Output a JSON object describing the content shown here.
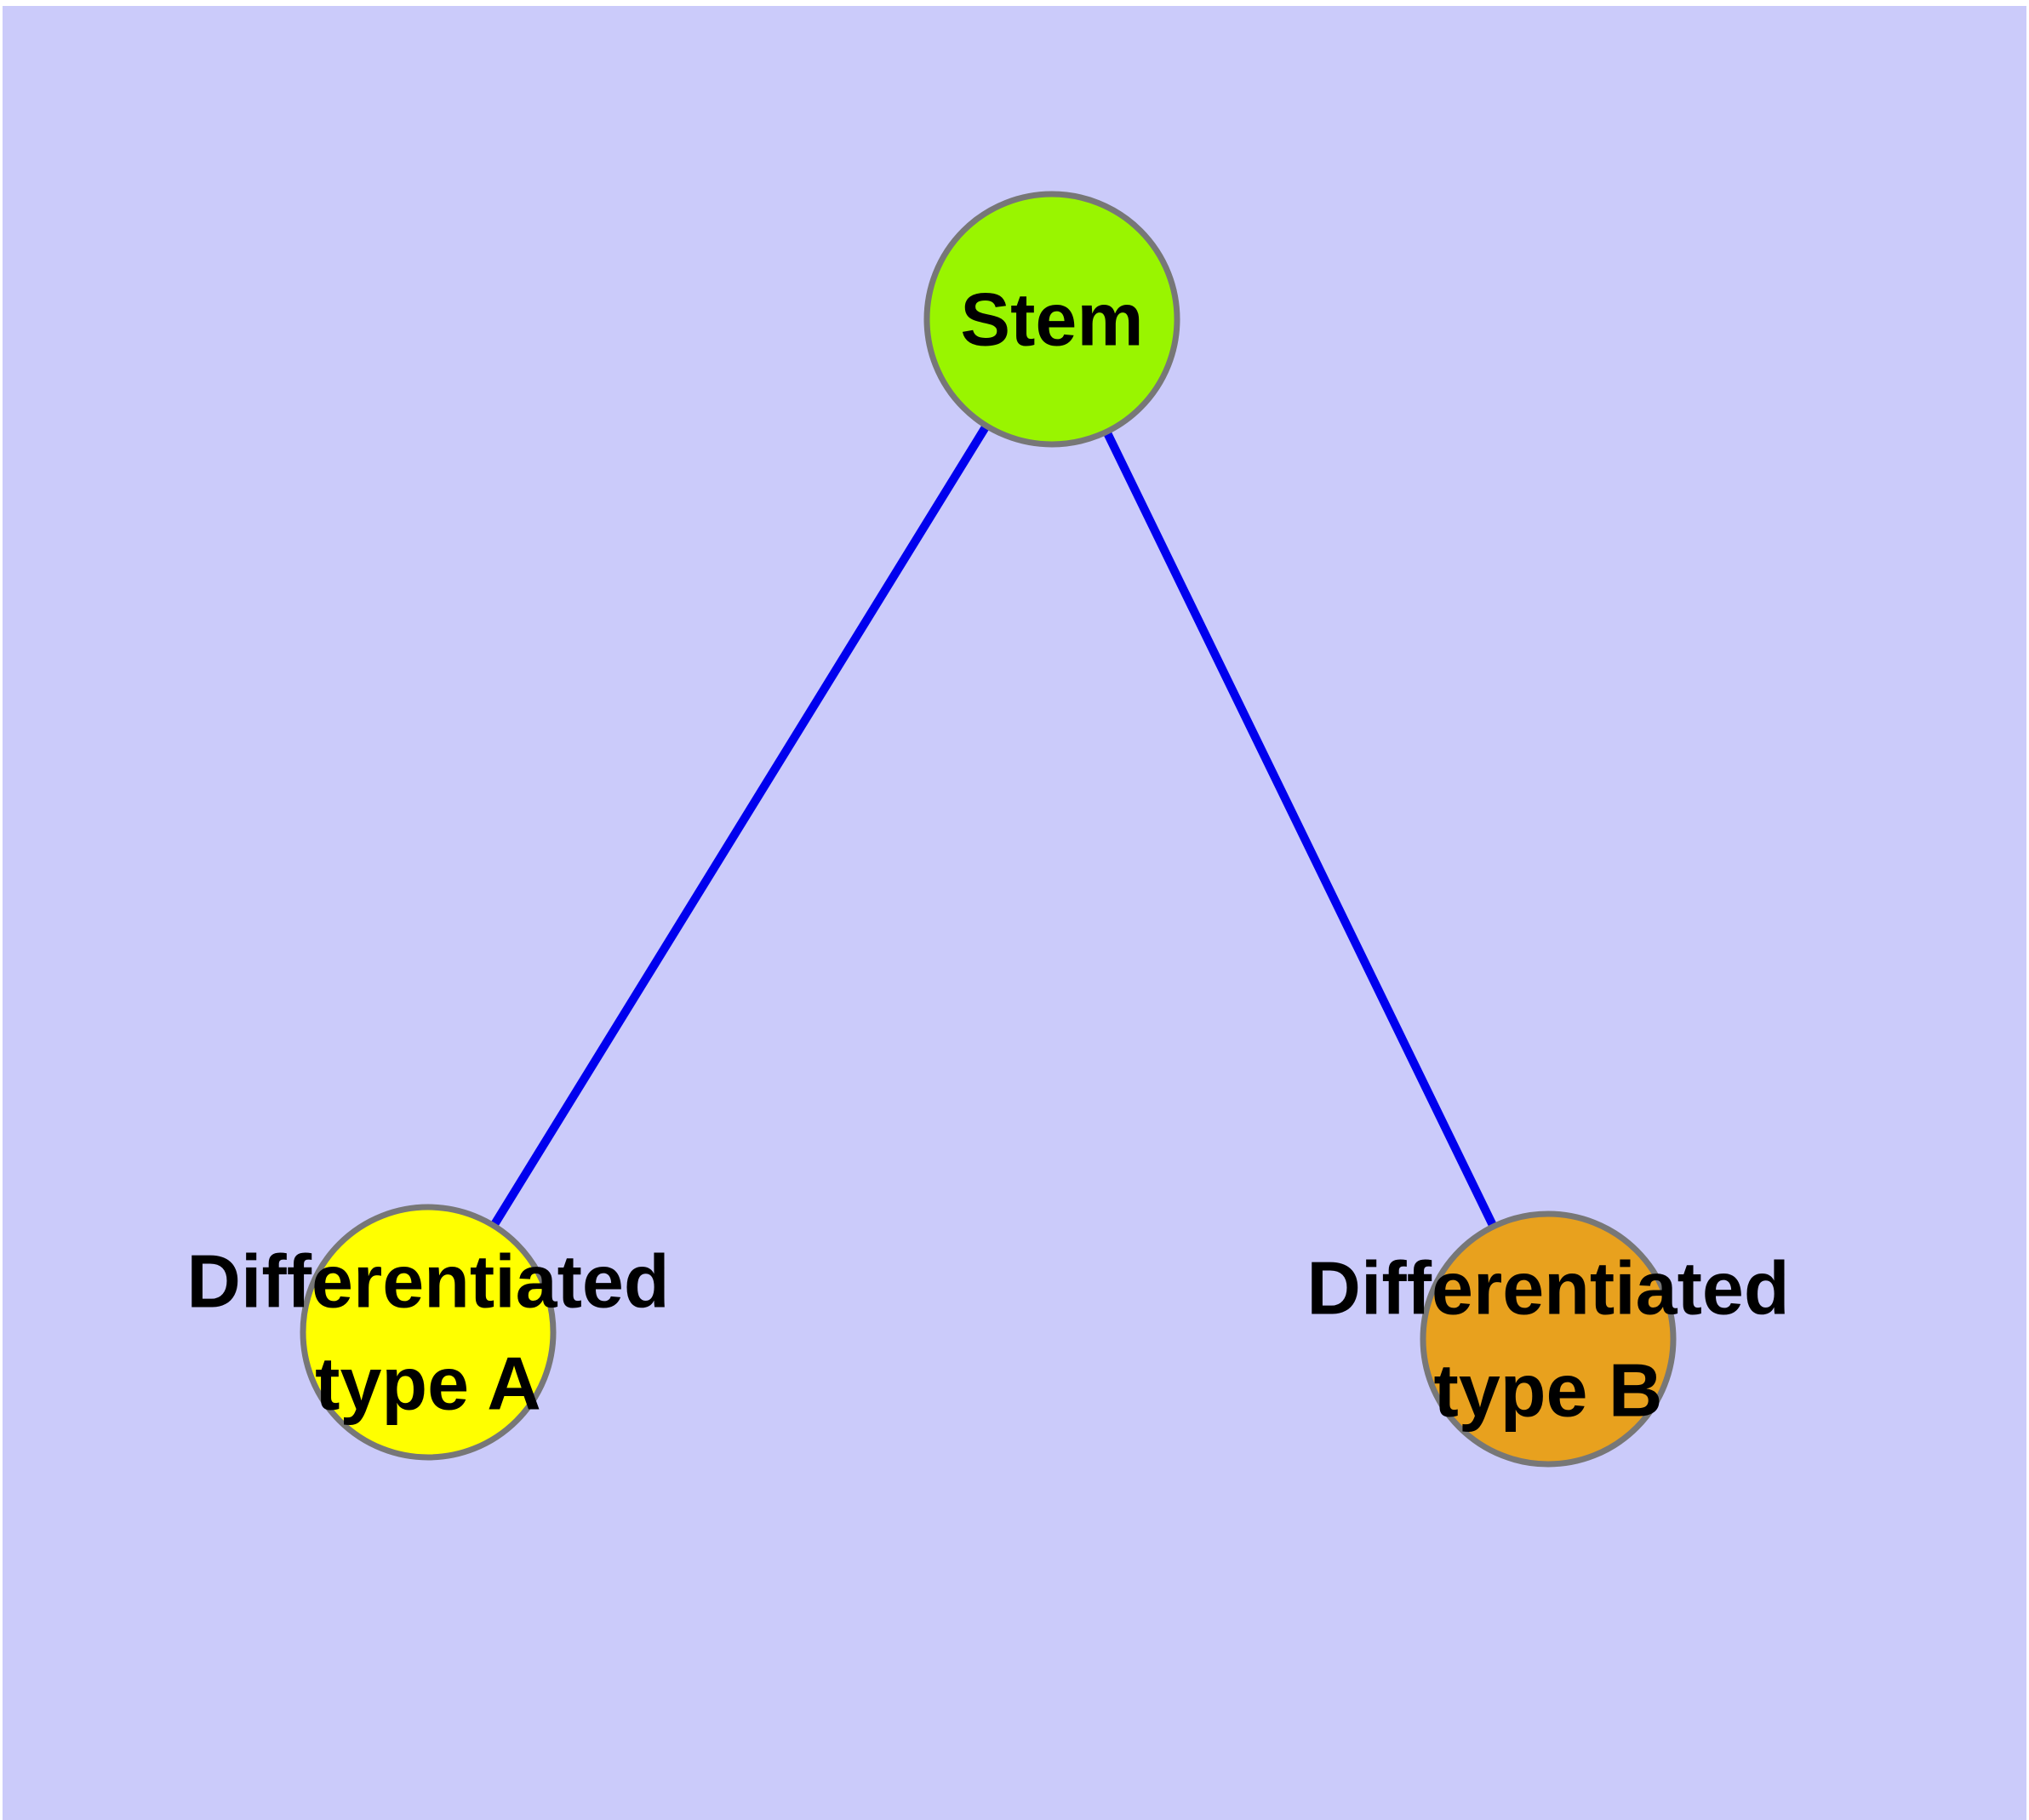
{
  "diagram": {
    "type": "node-link-graph",
    "background_color": "#CBCBFA",
    "page_margin_color": "#FFFFFF",
    "edge_color": "#0000EE",
    "node_border_color": "#777777",
    "label_color": "#000000",
    "nodes": {
      "stem": {
        "label": "Stem",
        "color": "#99F500"
      },
      "type_a": {
        "label_line1": "Differentiated",
        "label_line2": "type A",
        "label_full": "Differentiated type A",
        "color": "#FFFF00"
      },
      "type_b": {
        "label_line1": "Differentiated",
        "label_line2": "type B",
        "label_full": "Differentiated type B",
        "color": "#E8A11E"
      }
    },
    "edges": [
      {
        "from": "Stem",
        "to": "Differentiated type A"
      },
      {
        "from": "Stem",
        "to": "Differentiated type B"
      }
    ]
  }
}
